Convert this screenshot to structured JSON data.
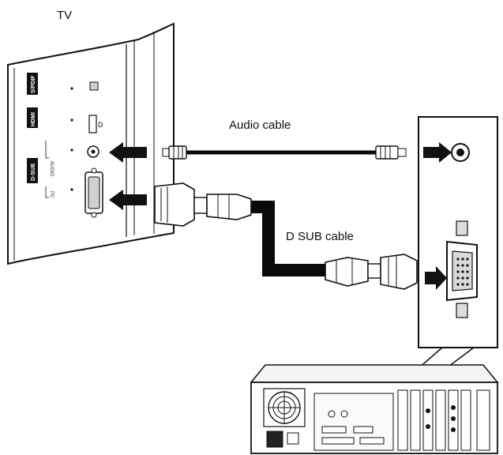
{
  "labels": {
    "tv": "TV",
    "audio_cable": "Audio cable",
    "dsub_cable": "D SUB cable"
  },
  "tv_ports": {
    "spdif": "S/PDIF",
    "hdmi": "HDMI",
    "audio": "AUDIO",
    "dsub": "D-SUB",
    "pc": "PC"
  },
  "colors": {
    "line": "#111111",
    "cable": "#0a0a0a",
    "paper": "#ffffff",
    "panel_fill": "#f4f4f4",
    "port_fill": "#d9d9d9"
  }
}
